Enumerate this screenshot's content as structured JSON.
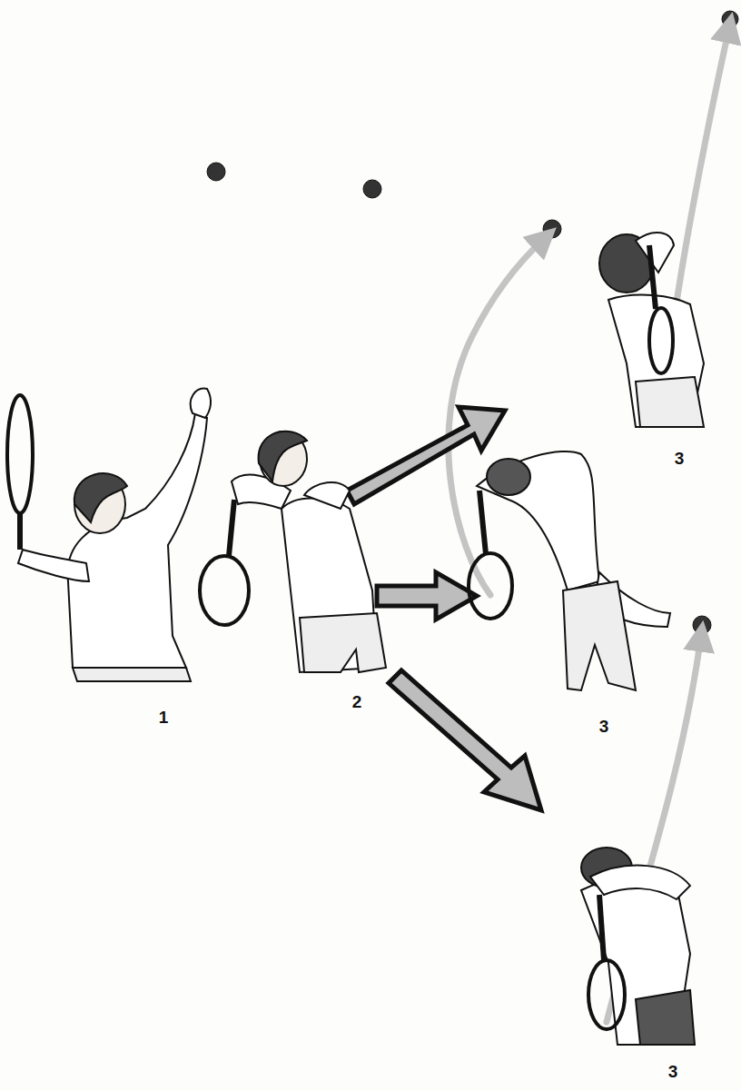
{
  "diagram": {
    "labels": [
      "1",
      "2",
      "3",
      "3",
      "3"
    ]
  }
}
